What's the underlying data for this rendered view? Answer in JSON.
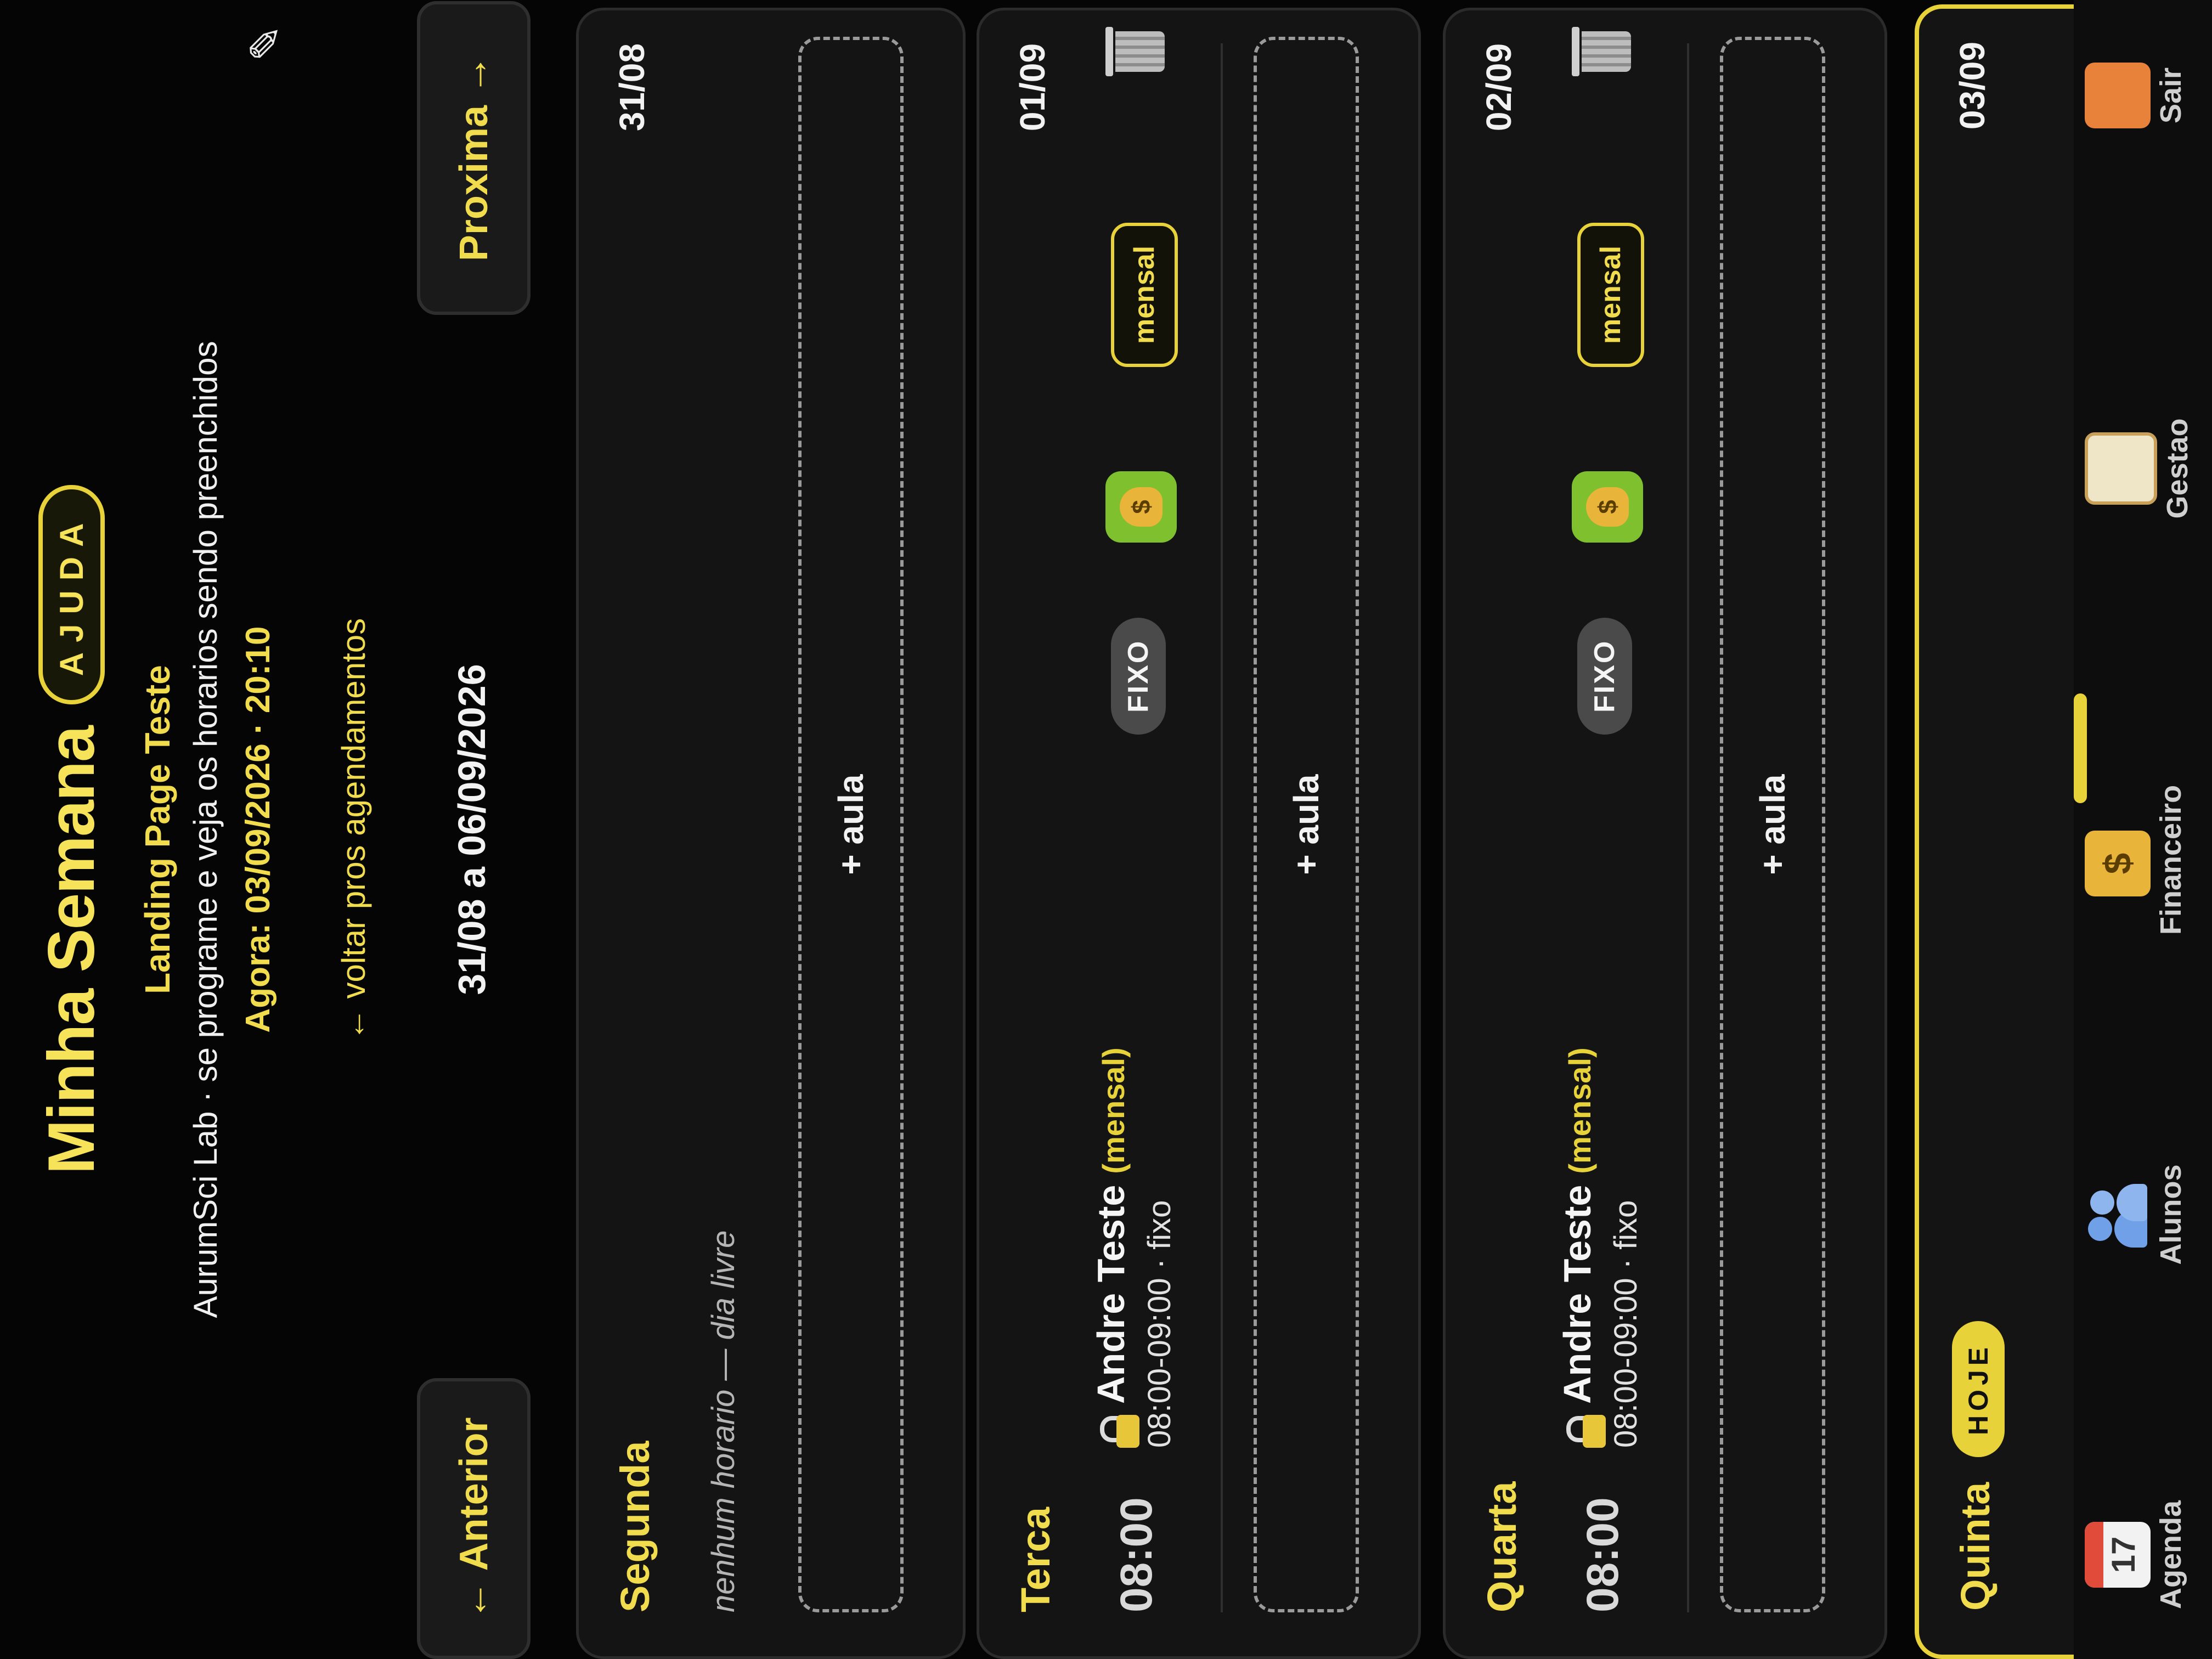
{
  "header": {
    "title": "Minha Semana",
    "help_label": "AJUDA",
    "school": "Landing Page Teste",
    "tagline": "AurumSci Lab · se programe e veja os horarios sendo preenchidos",
    "now": "Agora: 03/09/2026 · 20:10",
    "back_link": "← voltar pros agendamentos",
    "icons": {
      "bell": "bell-icon"
    }
  },
  "week_nav": {
    "prev_label": "← Anterior",
    "range": "31/08 a 06/09/2026",
    "next_label": "Proxima →"
  },
  "days": [
    {
      "name": "Segunda",
      "date": "31/08",
      "free_text": "nenhum horario — dia livre",
      "add_label": "+ aula"
    },
    {
      "name": "Terca",
      "date": "01/09",
      "lesson": {
        "time": "08:00",
        "student": "Andre Teste",
        "plan": "(mensal)",
        "meta": "08:00-09:00 · fixo",
        "fixo_label": "FIXO",
        "mensal_label": "mensal"
      },
      "add_label": "+ aula"
    },
    {
      "name": "Quarta",
      "date": "02/09",
      "lesson": {
        "time": "08:00",
        "student": "Andre Teste",
        "plan": "(mensal)",
        "meta": "08:00-09:00 · fixo",
        "fixo_label": "FIXO",
        "mensal_label": "mensal"
      },
      "add_label": "+ aula"
    },
    {
      "name": "Quinta",
      "date": "03/09",
      "badge": "HOJE"
    }
  ],
  "bottom_nav": {
    "items": [
      {
        "label": "Agenda",
        "icon": "calendar-icon",
        "icon_text": "17"
      },
      {
        "label": "Alunos",
        "icon": "students-icon"
      },
      {
        "label": "Financeiro",
        "icon": "money-bag-icon",
        "icon_text": "$"
      },
      {
        "label": "Gestao",
        "icon": "clipboard-icon"
      },
      {
        "label": "Sair",
        "icon": "exit-door-icon"
      }
    ]
  },
  "colors": {
    "accent": "#e8d23a",
    "background": "#050505",
    "card": "#141414",
    "money": "#7ec02e"
  }
}
